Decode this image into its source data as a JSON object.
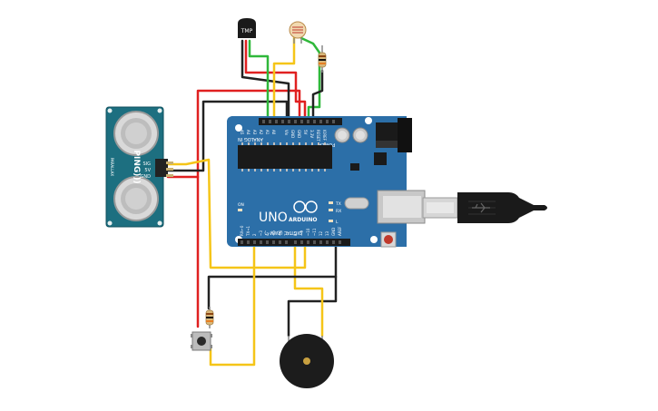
{
  "board": {
    "logo_text": "UNO",
    "brand_text": "ARDUINO",
    "analog_label": "ANALOG IN",
    "power_label": "POWER",
    "digital_label": "DIGITAL (PWM~)",
    "analog_pins": [
      "A0",
      "A1",
      "A2",
      "A3",
      "A4",
      "A5"
    ],
    "power_pins": [
      "IOREF",
      "RESET",
      "3.3V",
      "5V",
      "GND",
      "GND",
      "Vin"
    ],
    "digital_pins": [
      "AREF",
      "GND",
      "13",
      "12",
      "~11",
      "~10",
      "~9",
      "8",
      "7",
      "~6",
      "~5",
      "4",
      "~3",
      "2",
      "TX→1",
      "RX←0"
    ],
    "led_labels": [
      "TX",
      "RX",
      "L",
      "ON"
    ]
  },
  "sensor": {
    "brand": "PING)))",
    "model": "PARALLAX",
    "pins": [
      "SIG",
      "5V",
      "GND"
    ]
  },
  "temp_sensor": {
    "label": "TMP"
  },
  "colors": {
    "board": "#2c6fa8",
    "board_dark": "#1f5585",
    "wire_red": "#e02020",
    "wire_black": "#222222",
    "wire_green": "#2fb83a",
    "wire_yellow": "#f5c518",
    "sensor_pcb": "#1d6f80"
  }
}
